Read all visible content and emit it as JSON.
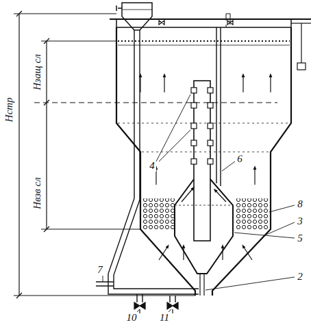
{
  "diagram": {
    "labels": [
      "Hстр",
      "Hзащ сл",
      "Hвзв сл",
      "4",
      "6",
      "8",
      "3",
      "5",
      "7",
      "2",
      "10",
      "11"
    ]
  }
}
